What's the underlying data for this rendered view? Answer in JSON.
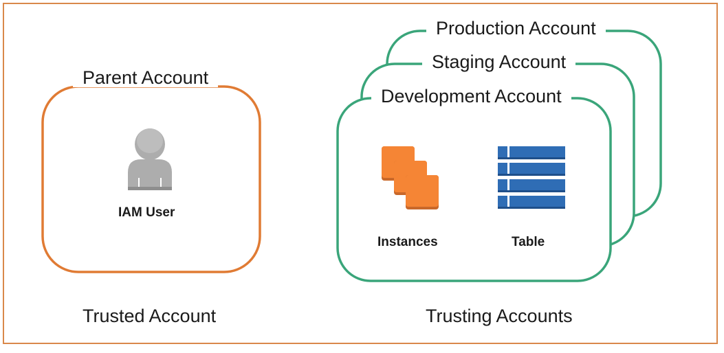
{
  "parent_account": {
    "title": "Parent Account",
    "user_label": "IAM User",
    "user_icon": "iam-user-icon"
  },
  "trusting": {
    "production_title": "Production Account",
    "staging_title": "Staging Account",
    "development_title": "Development Account",
    "instances_label": "Instances",
    "instances_icon": "ec2-instances-icon",
    "table_label": "Table",
    "table_icon": "dynamodb-table-icon"
  },
  "footer": {
    "trusted_label": "Trusted Account",
    "trusting_label": "Trusting Accounts"
  },
  "colors": {
    "frame": "#d9884a",
    "parent_border": "#e07b34",
    "trusting_border": "#3aa57a",
    "instances": "#f58535",
    "table": "#2f6db5",
    "user": "#adadad"
  }
}
